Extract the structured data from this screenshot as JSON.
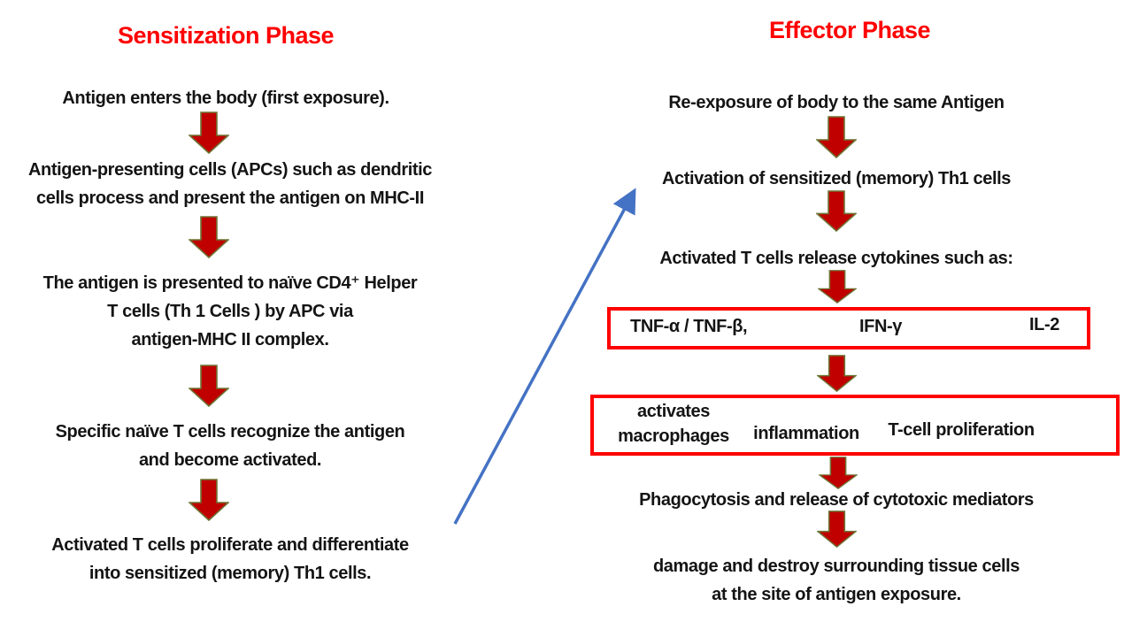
{
  "colors": {
    "title_red": "#ff0000",
    "arrow_fill": "#c00000",
    "arrow_outline": "#6e7434",
    "box_border_red": "#ff0000",
    "connector_blue": "#4472c4",
    "text": "#141414"
  },
  "sensitization": {
    "title": "Sensitization Phase",
    "steps": [
      {
        "lines": [
          "Antigen enters the body (first exposure)."
        ]
      },
      {
        "lines": [
          "Antigen-presenting cells (APCs) such as dendritic",
          "cells process and present the antigen on MHC-II"
        ]
      },
      {
        "lines": [
          "The antigen is presented to naïve CD4⁺ Helper",
          "T cells (Th 1 Cells ) by APC via",
          "antigen-MHC II complex."
        ]
      },
      {
        "lines": [
          "Specific naïve T cells recognize the antigen",
          "and become activated."
        ]
      },
      {
        "lines": [
          "Activated T cells proliferate and differentiate",
          "into sensitized (memory) Th1 cells."
        ]
      }
    ]
  },
  "effector": {
    "title": "Effector Phase",
    "steps": [
      {
        "lines": [
          "Re-exposure of body to the same Antigen"
        ]
      },
      {
        "lines": [
          "Activation of sensitized (memory) Th1 cells"
        ]
      },
      {
        "lines": [
          "Activated T cells release cytokines such as:"
        ]
      },
      {
        "lines": [
          "Phagocytosis and release of cytotoxic mediators"
        ]
      },
      {
        "lines": [
          "damage and destroy surrounding tissue cells",
          "at the site of antigen exposure."
        ]
      }
    ],
    "cytokines_box": {
      "items": [
        "TNF-α / TNF-β,",
        "IFN-γ",
        "IL-2"
      ]
    },
    "effects_box": {
      "items": [
        {
          "lines": [
            "activates",
            "macrophages"
          ]
        },
        {
          "lines": [
            "inflammation"
          ]
        },
        {
          "lines": [
            "T-cell proliferation"
          ]
        }
      ]
    }
  }
}
